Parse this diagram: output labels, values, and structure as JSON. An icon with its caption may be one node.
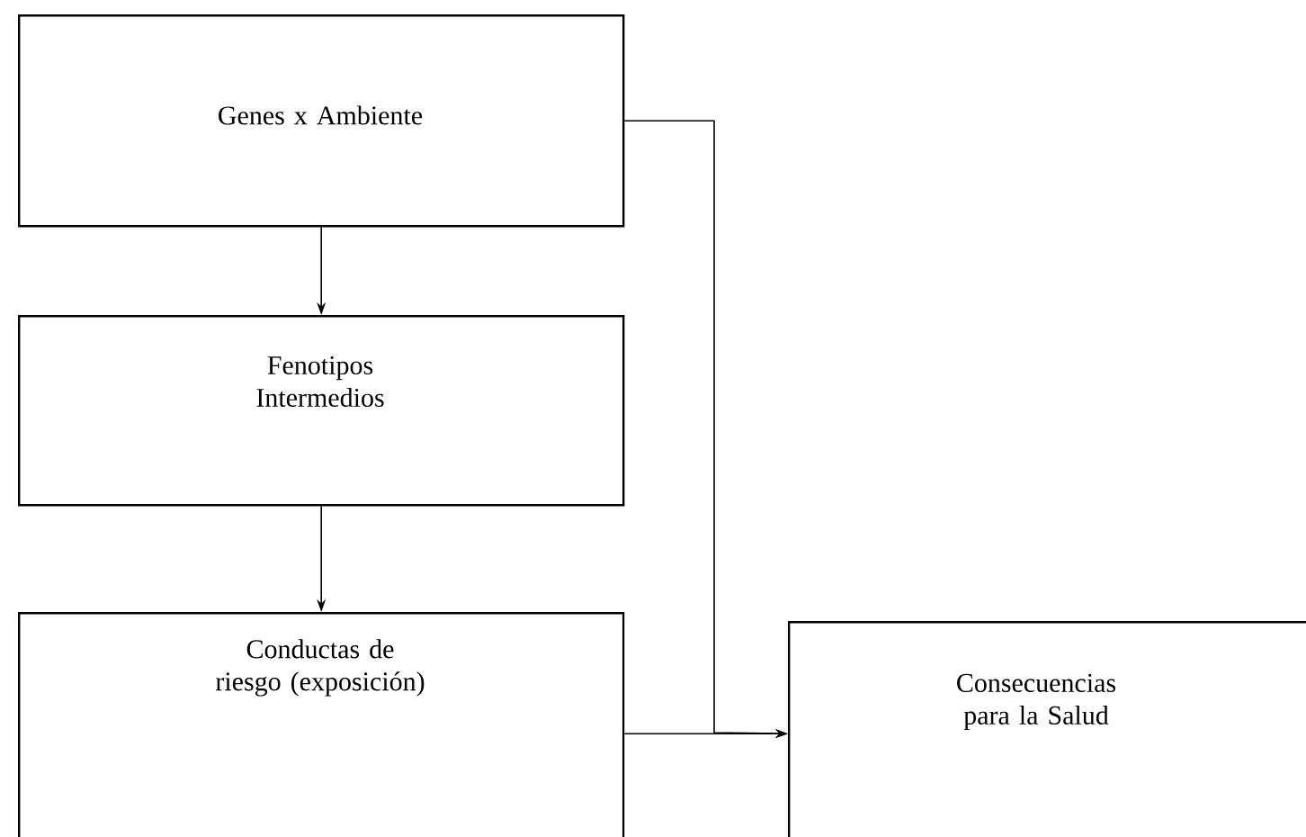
{
  "diagram": {
    "nodes": [
      {
        "text": [
          "Genes x Ambiente"
        ]
      },
      {
        "text": [
          "Fenotipos Intermedios"
        ]
      },
      {
        "text": [
          "Conductas de riesgo (exposición)"
        ]
      },
      {
        "text": [
          "Consecuencias para la Salud"
        ]
      }
    ],
    "edges": [
      {
        "from": 0,
        "to": 1,
        "arrow": "to"
      },
      {
        "from": 1,
        "to": 2,
        "arrow": "to"
      },
      {
        "from": 2,
        "to": 3,
        "arrow": "to"
      },
      {
        "from": 0,
        "to": 3,
        "arrow": "to"
      }
    ]
  }
}
